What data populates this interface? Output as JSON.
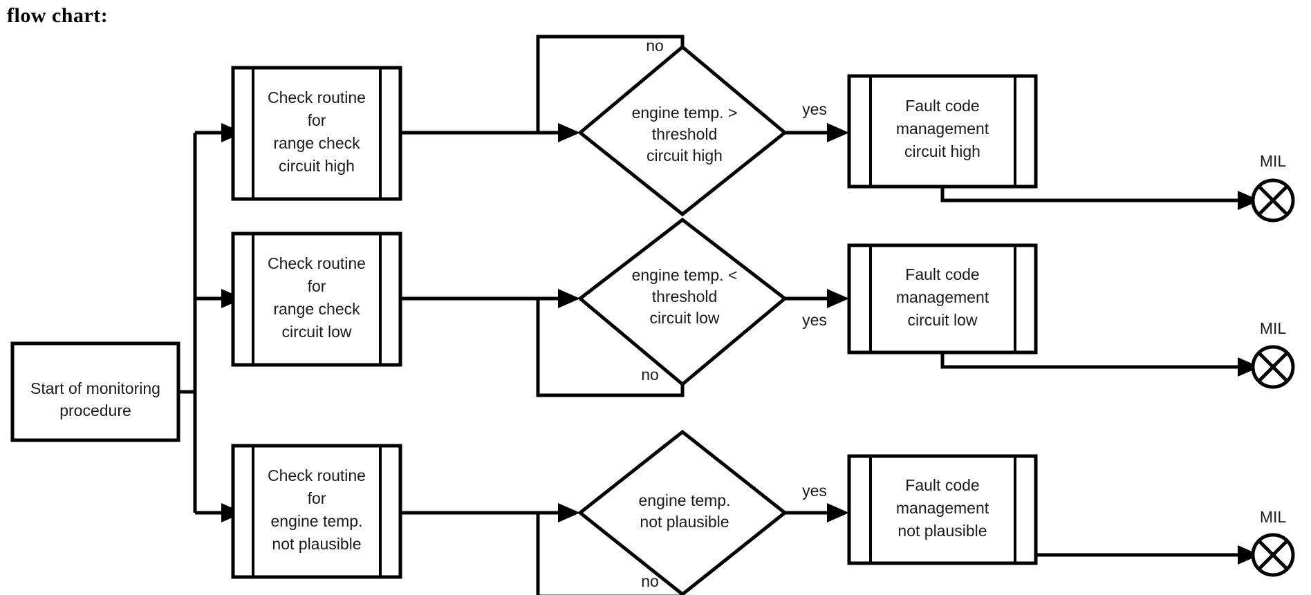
{
  "page": {
    "title": "flow chart:",
    "background_color": "#ffffff",
    "line_color": "#000000",
    "text_color": "#1a1a1a"
  },
  "start_node": {
    "name": "start-node",
    "line1": "Start of monitoring",
    "line2": "procedure"
  },
  "rows": [
    {
      "id": "circuit-high",
      "process": {
        "line1": "Check routine",
        "line2": "for",
        "line3": "range check",
        "line4": "circuit high"
      },
      "decision": {
        "line1": "engine temp. >",
        "line2": "threshold",
        "line3": "circuit high"
      },
      "yes_label": "yes",
      "no_label": "no",
      "no_loop": "top",
      "fault": {
        "line1": "Fault code",
        "line2": "management",
        "line3": "circuit high"
      },
      "mil_label": "MIL"
    },
    {
      "id": "circuit-low",
      "process": {
        "line1": "Check routine",
        "line2": "for",
        "line3": "range check",
        "line4": "circuit low"
      },
      "decision": {
        "line1": "engine temp. <",
        "line2": "threshold",
        "line3": "circuit low"
      },
      "yes_label": "yes",
      "no_label": "no",
      "no_loop": "bottom",
      "fault": {
        "line1": "Fault code",
        "line2": "management",
        "line3": "circuit low"
      },
      "mil_label": "MIL"
    },
    {
      "id": "not-plausible",
      "process": {
        "line1": "Check routine",
        "line2": "for",
        "line3": "engine temp.",
        "line4": "not plausible"
      },
      "decision": {
        "line1": "engine temp.",
        "line2": "not plausible",
        "line3": ""
      },
      "yes_label": "yes",
      "no_label": "no",
      "no_loop": "bottom",
      "fault": {
        "line1": "Fault code",
        "line2": "management",
        "line3": "not plausible"
      },
      "mil_label": "MIL"
    }
  ]
}
